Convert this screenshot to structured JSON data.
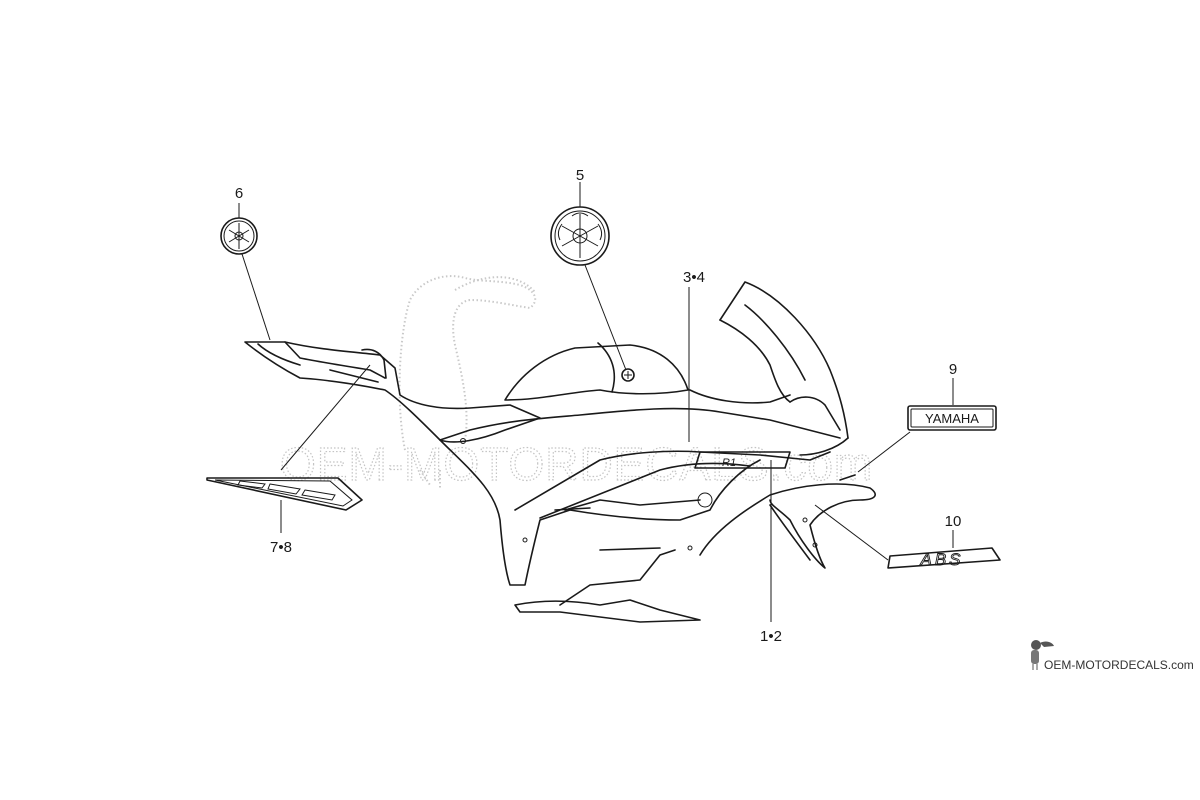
{
  "callouts": {
    "c1": "1•2",
    "c3": "3•4",
    "c5": "5",
    "c6": "6",
    "c7": "7•8",
    "c9": "9",
    "c10": "10"
  },
  "decals": {
    "yamaha_text": "YAMAHA",
    "abs_text": "ABS"
  },
  "watermark": {
    "text": "OEM-MOTORDECALS.com",
    "brand": "OEM-MOTORDECALS.com"
  },
  "colors": {
    "line": "#1a1a1a",
    "watermark": "#c4c4c4",
    "background": "#ffffff"
  }
}
